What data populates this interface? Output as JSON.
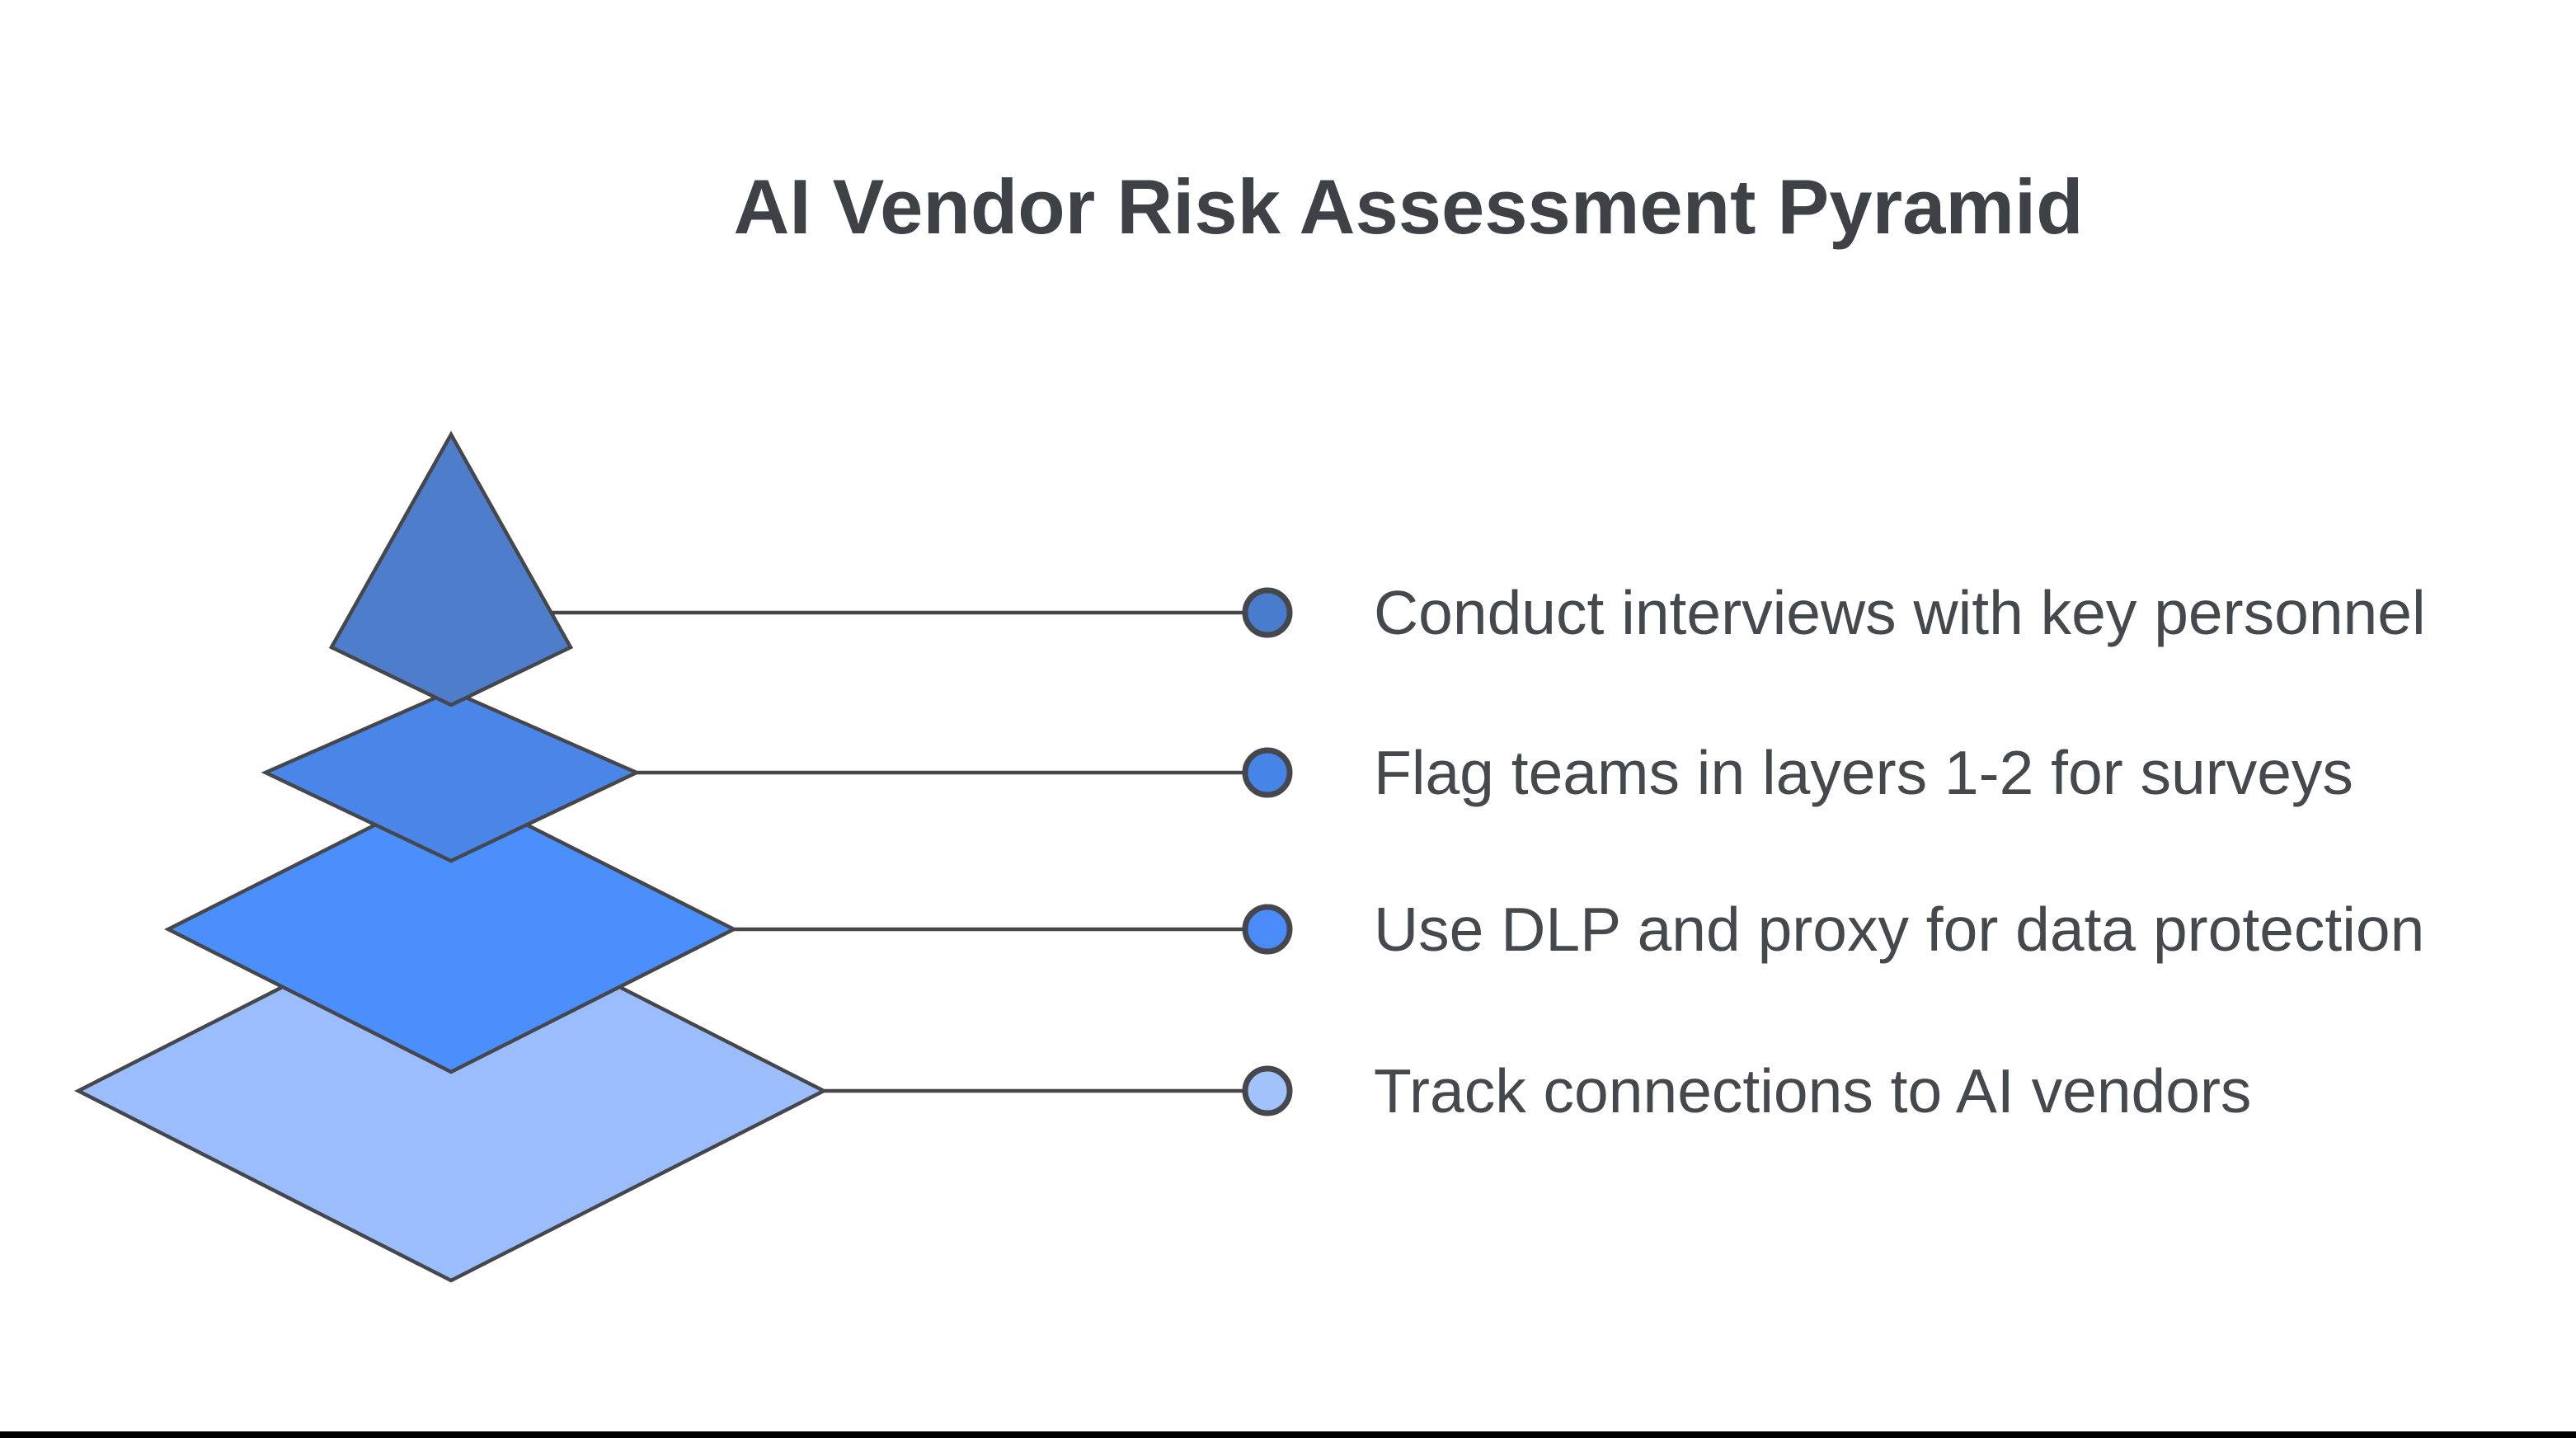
{
  "title": {
    "text": "AI Vendor Risk Assessment Pyramid"
  },
  "colors": {
    "title_text": "#3e4247",
    "label_text": "#45484c",
    "shape_outline": "#45474c",
    "connector_line": "#47474a",
    "background": "#ffffff",
    "bottom_bar": "#000000"
  },
  "pyramid": {
    "description": "Four-level stacked diamond pyramid, darkest blue at top, lightest at bottom",
    "levels": [
      {
        "rank": 1,
        "label": "Conduct interviews with key personnel",
        "fill_color": "#4e7ecb",
        "bullet_color": "#4a7ccd"
      },
      {
        "rank": 2,
        "label": "Flag teams in layers 1-2 for surveys",
        "fill_color": "#4a85e8",
        "bullet_color": "#4684e8"
      },
      {
        "rank": 3,
        "label": "Use DLP and proxy for data protection",
        "fill_color": "#4a8ffc",
        "bullet_color": "#4a8bf9"
      },
      {
        "rank": 4,
        "label": "Track connections to AI vendors",
        "fill_color": "#9bbdfc",
        "bullet_color": "#a2c2fb"
      }
    ]
  }
}
